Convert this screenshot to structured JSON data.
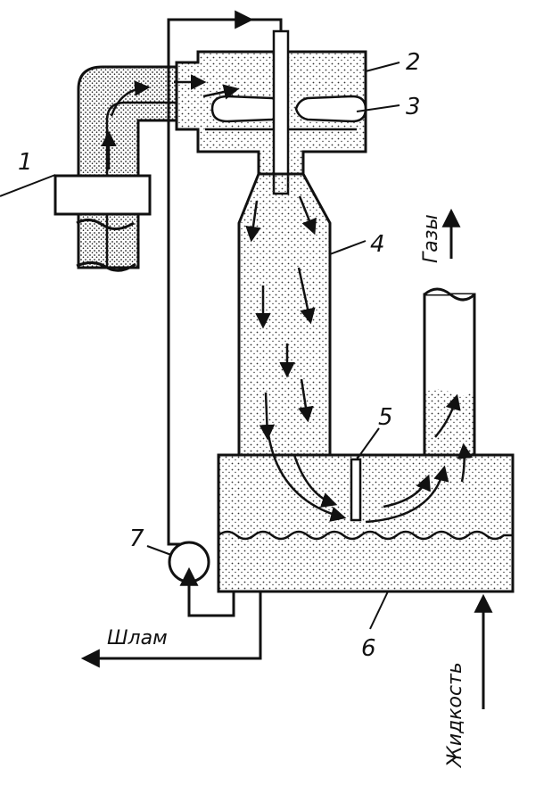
{
  "labels": {
    "n1": "1",
    "n2": "2",
    "n3": "3",
    "n4": "4",
    "n5": "5",
    "n6": "6",
    "n7": "7"
  },
  "flows": {
    "sludge": "Шлам",
    "gases": "Газы",
    "liquid": "Жидкость"
  },
  "colors": {
    "ink": "#111111",
    "background": "#ffffff",
    "fill_dots": "#333333"
  }
}
